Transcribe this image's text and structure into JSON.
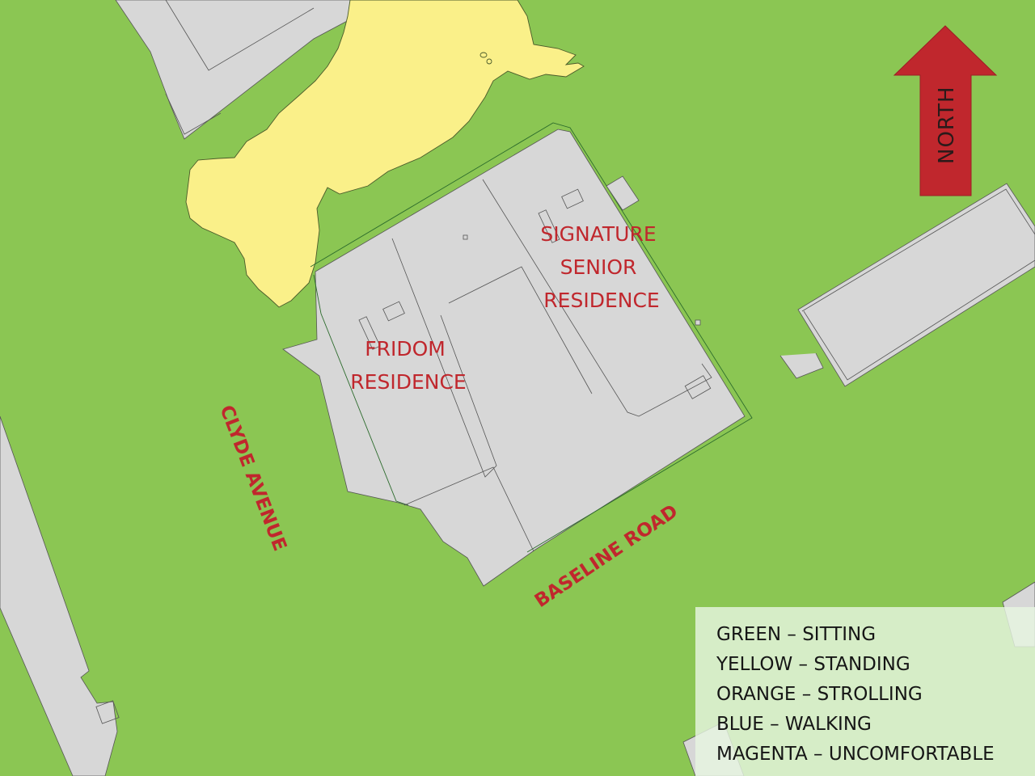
{
  "map": {
    "type": "pedestrian wind comfort map",
    "colors": {
      "sitting_zone": "#8bc653",
      "standing_zone": "#faf089",
      "building": "#d7d7d7",
      "label_red": "#c0272d",
      "north_arrow": "#c0272d"
    }
  },
  "buildings": {
    "fridom": {
      "line1": "FRIDOM",
      "line2": "RESIDENCE"
    },
    "signature": {
      "line1": "SIGNATURE",
      "line2": "SENIOR",
      "line3": "RESIDENCE"
    }
  },
  "roads": {
    "clyde": "CLYDE AVENUE",
    "baseline": "BASELINE ROAD"
  },
  "north_arrow": {
    "label": "NORTH"
  },
  "legend": {
    "items": [
      {
        "color": "GREEN",
        "label": "GREEN – SITTING"
      },
      {
        "color": "YELLOW",
        "label": "YELLOW – STANDING"
      },
      {
        "color": "ORANGE",
        "label": "ORANGE – STROLLING"
      },
      {
        "color": "BLUE",
        "label": "BLUE – WALKING"
      },
      {
        "color": "MAGENTA",
        "label": "MAGENTA – UNCOMFORTABLE"
      }
    ]
  }
}
